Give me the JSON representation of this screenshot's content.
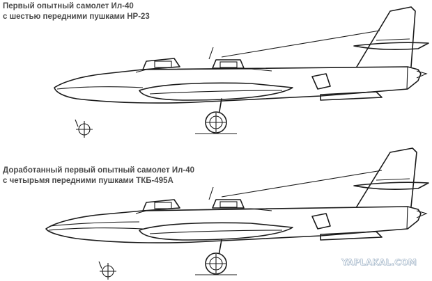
{
  "captions": {
    "top": {
      "line1": "Первый опытный самолет Ил-40",
      "line2": "с шестью передними пушками НР-23"
    },
    "bottom": {
      "line1": "Доработанный первый опытный самолет Ил-40",
      "line2": "с четырьмя передними пушками ТКБ-495А"
    }
  },
  "watermark": "YAPLAKAL.COM",
  "colors": {
    "line": "#1a1a1a",
    "caption": "#4a4a4a",
    "watermark_outline": "#9fb3c6"
  }
}
